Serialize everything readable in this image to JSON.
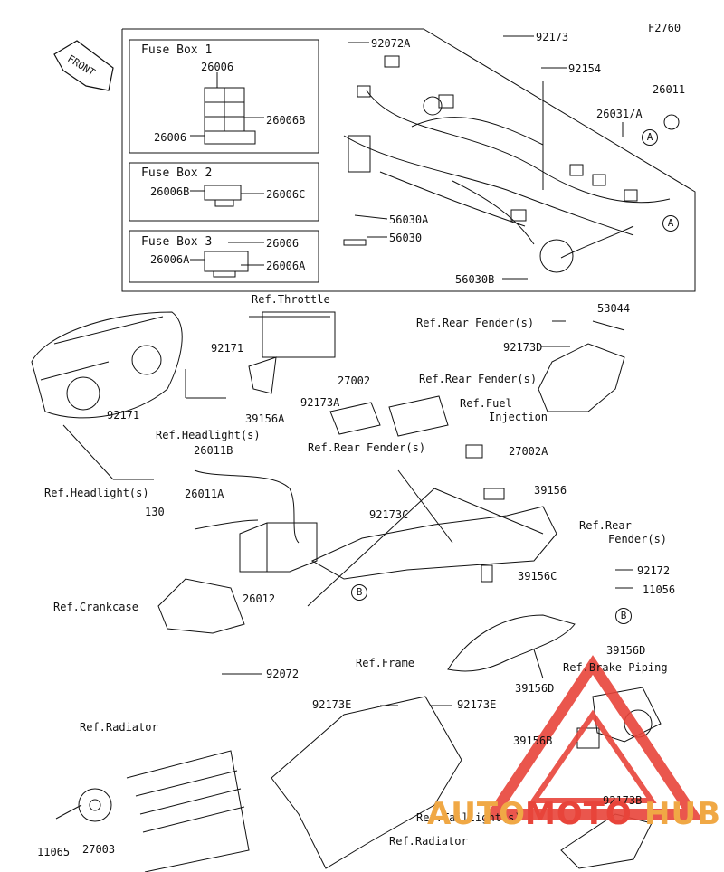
{
  "figure_code": "F2760",
  "front_label": "FRONT",
  "fuse_boxes": [
    {
      "title": "Fuse Box 1",
      "labels": [
        "26006",
        "26006B",
        "26006"
      ]
    },
    {
      "title": "Fuse Box 2",
      "labels": [
        "26006B",
        "26006C"
      ]
    },
    {
      "title": "Fuse Box 3",
      "labels": [
        "26006",
        "26006A",
        "26006A"
      ]
    }
  ],
  "callouts": {
    "p92072A": "92072A",
    "p92173_top": "92173",
    "p92154": "92154",
    "p26011": "26011",
    "p26031A": "26031/A",
    "p56030A": "56030A",
    "p56030": "56030",
    "p56030B": "56030B",
    "ref_throttle": "Ref.Throttle",
    "ref_rear_fender_1": "Ref.Rear Fender(s)",
    "p53044": "53044",
    "p92173D": "92173D",
    "ref_rear_fender_2": "Ref.Rear Fender(s)",
    "p92171_a": "92171",
    "p27002": "27002",
    "ref_fuel_inj_1": "Ref.Fuel",
    "ref_fuel_inj_2": "Injection",
    "p92173A": "92173A",
    "p39156A": "39156A",
    "ref_headlights_1": "Ref.Headlight(s)",
    "p92171_b": "92171",
    "ref_rear_fender_3": "Ref.Rear Fender(s)",
    "p27002A": "27002A",
    "p26011B": "26011B",
    "p92173C": "92173C",
    "p39156": "39156",
    "ref_headlights_2": "Ref.Headlight(s)",
    "p26011A": "26011A",
    "ref_rear_fender_4a": "Ref.Rear",
    "ref_rear_fender_4b": "Fender(s)",
    "p130": "130",
    "p39156C": "39156C",
    "p92172": "92172",
    "p11056": "11056",
    "ref_crankcase": "Ref.Crankcase",
    "p26012": "26012",
    "ref_frame": "Ref.Frame",
    "p39156D_a": "39156D",
    "ref_brake_piping": "Ref.Brake Piping",
    "p92072": "92072",
    "p39156D_b": "39156D",
    "p92173E_a": "92173E",
    "p92173E_b": "92173E",
    "ref_radiator_1": "Ref.Radiator",
    "p39156B": "39156B",
    "ref_taillights": "Ref.Taillight(s)",
    "p92173B": "92173B",
    "p11065": "11065",
    "p27003": "27003",
    "ref_radiator_2": "Ref.Radiator"
  },
  "circle_markers": {
    "a1": "A",
    "a2": "A",
    "b1": "B",
    "b2": "B"
  },
  "watermark": {
    "text_left": "AUTO",
    "text_mid": "MOTO",
    "text_right": "HUB",
    "color_primary": "#e8443a",
    "color_secondary": "#f0a845"
  }
}
